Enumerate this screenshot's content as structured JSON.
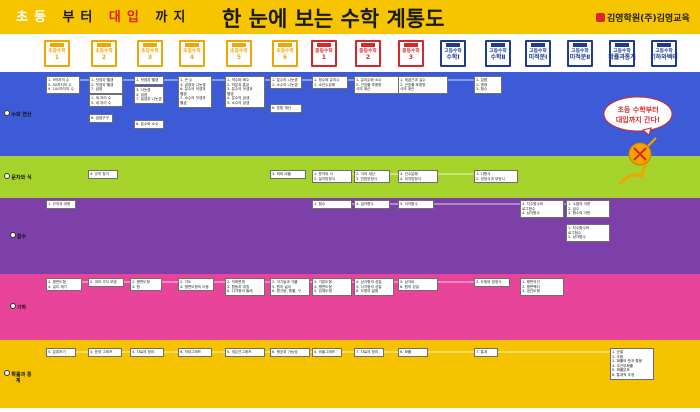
{
  "header": {
    "subtitle_parts": [
      {
        "text": "초등",
        "color": "#ffffff"
      },
      {
        "text": "부터",
        "color": "#1a1a1a"
      },
      {
        "text": "대입",
        "color": "#d62828"
      },
      {
        "text": "까지",
        "color": "#1a1a1a"
      }
    ],
    "title": "한 눈에 보는 수학 계통도",
    "publisher": "김영학원(주)김영교육"
  },
  "bubble": {
    "line1": "초등 수학부터",
    "line2": "대입까지 간다!"
  },
  "books": [
    {
      "name": "초등수학",
      "num": "1",
      "group": "elem"
    },
    {
      "name": "초등수학",
      "num": "2",
      "group": "elem"
    },
    {
      "name": "초등수학",
      "num": "3",
      "group": "elem"
    },
    {
      "name": "초등수학",
      "num": "4",
      "group": "elem"
    },
    {
      "name": "초등수학",
      "num": "5",
      "group": "elem"
    },
    {
      "name": "초등수학",
      "num": "6",
      "group": "elem"
    },
    {
      "name": "중등수학",
      "num": "1",
      "group": "mid"
    },
    {
      "name": "중등수학",
      "num": "2",
      "group": "mid"
    },
    {
      "name": "중등수학",
      "num": "3",
      "group": "mid"
    },
    {
      "name": "고등수학",
      "num": "수학Ⅰ",
      "group": "high"
    },
    {
      "name": "고등수학",
      "num": "수학Ⅱ",
      "group": "high"
    },
    {
      "name": "고등수학",
      "num": "미적분Ⅰ",
      "group": "high"
    },
    {
      "name": "고등수학",
      "num": "미적분Ⅱ",
      "group": "high"
    },
    {
      "name": "고등수학",
      "num": "확률과통계",
      "group": "high"
    },
    {
      "name": "고등수학",
      "num": "기하와벡터",
      "group": "high"
    }
  ],
  "book_colors": {
    "elem": "#f0a500",
    "mid": "#d62828",
    "high": "#1f3a93"
  },
  "bands": [
    {
      "label": "수와 연산",
      "color": "#3d5bd6"
    },
    {
      "label": "문자와 식",
      "color": "#a5d32c"
    },
    {
      "label": "함수",
      "color": "#7d3fa8"
    },
    {
      "label": "기하",
      "color": "#e8449a"
    },
    {
      "label": "확률과 통계",
      "color": "#f5c200"
    }
  ],
  "nodes": [
    {
      "lines": [
        "1. 9까지의 수",
        "5. 50까지의 수",
        "9. 100까지의 수"
      ]
    },
    {
      "lines": [
        "1. 덧셈과 뺄셈",
        "2. 덧셈과 뺄셈",
        "7. 곱셈"
      ]
    },
    {
      "lines": [
        "1. 세 자리 수",
        "5. 네 자리 수"
      ]
    },
    {
      "lines": [
        "8. 곱셈구구"
      ]
    },
    {
      "lines": [
        "1. 덧셈과 뺄셈"
      ]
    },
    {
      "lines": [
        "3. 나눗셈",
        "4. 곱셈",
        "7. 곱셈과 나눗셈"
      ]
    },
    {
      "lines": [
        "6. 분수와 소수"
      ]
    },
    {
      "lines": [
        "1. 큰 수",
        "3. 곱셈과 나눗셈",
        "6. 분수의 덧셈과",
        "뺄셈",
        "7. 소수의 덧셈과",
        "뺄셈"
      ]
    },
    {
      "lines": [
        "1. 약수와 배수",
        "2. 약분과 통분",
        "3. 분수의 덧셈과",
        "뺄셈",
        "4. 분수의 곱셈",
        "5. 소수의 곱셈"
      ]
    },
    {
      "lines": [
        "1. 분수의 나눗셈",
        "2. 소수의 나눗셈"
      ]
    },
    {
      "lines": [
        "1. 정수와 유리수",
        "2. 소인수분해"
      ]
    },
    {
      "lines": [
        "1. 유리수와 소수",
        "2. 근호를 포함한",
        "식의 계산"
      ]
    },
    {
      "lines": [
        "1. 제곱근과 실수",
        "2. 근호를 포함한",
        "식의 계산"
      ]
    },
    {
      "lines": [
        "1. 집합",
        "2. 명제",
        "3. 함수"
      ]
    },
    {
      "lines": [
        "6. 혼합 계산"
      ]
    },
    {
      "lines": [
        "4. 규칙 찾기"
      ]
    },
    {
      "lines": [
        "1. 문자와 식",
        "2. 일차방정식"
      ]
    },
    {
      "lines": [
        "2. 식의 계산",
        "3. 연립방정식"
      ]
    },
    {
      "lines": [
        "3. 인수분해",
        "4. 이차방정식"
      ]
    },
    {
      "lines": [
        "1. 다항식",
        "2. 방정식과 부등식"
      ]
    },
    {
      "lines": [
        "3. 비와 비율"
      ]
    },
    {
      "lines": [
        "1. 규칙과 대응"
      ]
    },
    {
      "lines": [
        "1. 함수"
      ]
    },
    {
      "lines": [
        "4. 일차함수"
      ]
    },
    {
      "lines": [
        "5. 이차함수"
      ]
    },
    {
      "lines": [
        "3. 지수함수와",
        "로그함수",
        "4. 삼각함수"
      ]
    },
    {
      "lines": [
        "1. 수열의 극한",
        "2. 급수",
        "3. 함수의 극한"
      ]
    },
    {
      "lines": [
        "1. 지수함수와",
        "로그함수",
        "2. 삼각함수"
      ]
    },
    {
      "lines": [
        "2. 여러 가지 모양"
      ]
    },
    {
      "lines": [
        "3. 평면도형",
        "4. 길이 재기"
      ]
    },
    {
      "lines": [
        "2. 평면도형",
        "3. 원"
      ]
    },
    {
      "lines": [
        "2. 각도",
        "4. 평면도형의 이동"
      ]
    },
    {
      "lines": [
        "2. 직육면체",
        "3. 합동과 대칭",
        "6. 다각형의 둘레"
      ]
    },
    {
      "lines": [
        "2. 각기둥과 각뿔",
        "5. 원의 넓이",
        "6. 원기둥, 원뿔, 구"
      ]
    },
    {
      "lines": [
        "3. 기본도형",
        "4. 평면도형",
        "5. 입체도형"
      ]
    },
    {
      "lines": [
        "4. 삼각형의 성질",
        "5. 사각형의 성질",
        "6. 도형의 닮음"
      ]
    },
    {
      "lines": [
        "5. 삼각비",
        "6. 원의 성질"
      ]
    },
    {
      "lines": [
        "3. 도형의 방정식"
      ]
    },
    {
      "lines": [
        "1. 평면곡선",
        "2. 평면벡터",
        "3. 공간도형"
      ]
    },
    {
      "lines": [
        "5. 분류하기"
      ]
    },
    {
      "lines": [
        "3. 표와 그래프"
      ]
    },
    {
      "lines": [
        "5. 자료의 정리"
      ]
    },
    {
      "lines": [
        "6. 막대그래프"
      ]
    },
    {
      "lines": [
        "5. 꺾은선그래프"
      ]
    },
    {
      "lines": [
        "6. 평균과 가능성"
      ]
    },
    {
      "lines": [
        "4. 비율그래프"
      ]
    },
    {
      "lines": [
        "7. 자료의 정리"
      ]
    },
    {
      "lines": [
        "6. 확률"
      ]
    },
    {
      "lines": [
        "7. 통계"
      ]
    },
    {
      "lines": [
        "1. 순열",
        "2. 조합",
        "3. 확률의 뜻과 활용",
        "4. 조건부확률",
        "5. 확률분포",
        "6. 통계적 추정"
      ]
    }
  ]
}
